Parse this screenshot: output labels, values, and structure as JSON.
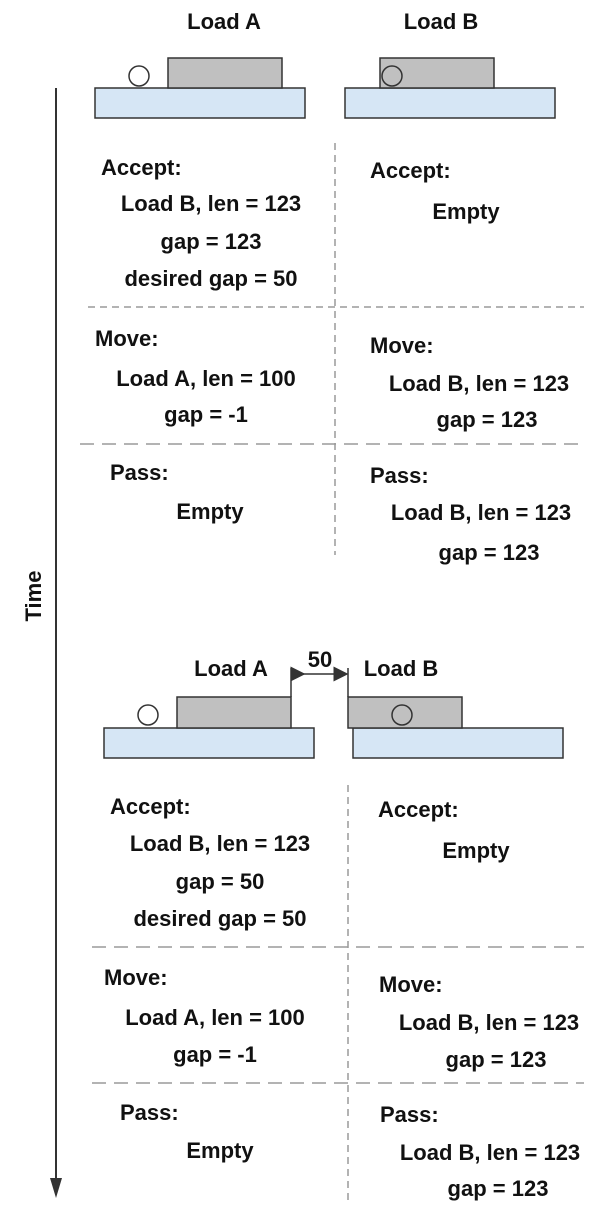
{
  "time_label": "Time",
  "gap_dimension": "50",
  "loads": {
    "a": "Load A",
    "b": "Load B"
  },
  "colors": {
    "belt": "#d6e6f5",
    "load": "#c0c0c0",
    "stroke": "#333333",
    "dash": "#9a9a9a"
  },
  "scenario_top": {
    "left": {
      "accept": [
        "Accept:",
        "Load B, len = 123",
        "gap = 123",
        "desired gap = 50"
      ],
      "move": [
        "Move:",
        "Load A, len = 100",
        "gap = -1"
      ],
      "pass": [
        "Pass:",
        "Empty"
      ]
    },
    "right": {
      "accept": [
        "Accept:",
        "Empty"
      ],
      "move": [
        "Move:",
        "Load B, len = 123",
        "gap = 123"
      ],
      "pass": [
        "Pass:",
        "Load B, len = 123",
        "gap = 123"
      ]
    }
  },
  "scenario_bottom": {
    "left": {
      "accept": [
        "Accept:",
        "Load B, len = 123",
        "gap = 50",
        "desired gap = 50"
      ],
      "move": [
        "Move:",
        "Load A, len = 100",
        "gap = -1"
      ],
      "pass": [
        "Pass:",
        "Empty"
      ]
    },
    "right": {
      "accept": [
        "Accept:",
        "Empty"
      ],
      "move": [
        "Move:",
        "Load B, len = 123",
        "gap = 123"
      ],
      "pass": [
        "Pass:",
        "Load B, len = 123",
        "gap = 123"
      ]
    }
  }
}
